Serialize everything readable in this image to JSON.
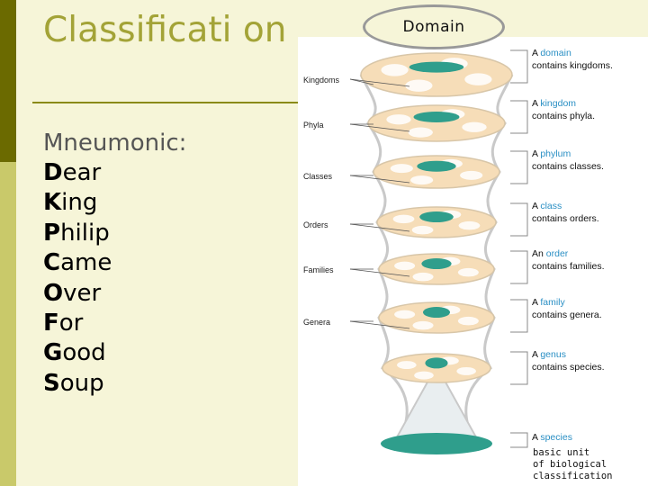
{
  "slide": {
    "title": "Classificati on",
    "mnemonic_label": "Mneumonic:",
    "mnemonic_words": [
      {
        "first": "D",
        "rest": "ear"
      },
      {
        "first": "K",
        "rest": "ing"
      },
      {
        "first": "P",
        "rest": "hilip"
      },
      {
        "first": "C",
        "rest": "ame"
      },
      {
        "first": "O",
        "rest": "ver"
      },
      {
        "first": "F",
        "rest": "or"
      },
      {
        "first": "G",
        "rest": "ood"
      },
      {
        "first": "S",
        "rest": "oup"
      }
    ]
  },
  "figure": {
    "domain_label": "Domain",
    "left_labels": [
      "Kingdoms",
      "Phyla",
      "Classes",
      "Orders",
      "Families",
      "Genera"
    ],
    "right_labels": [
      {
        "prefix": "A ",
        "term": "domain",
        "suffix": "contains kingdoms."
      },
      {
        "prefix": "A ",
        "term": "kingdom",
        "suffix": "contains phyla."
      },
      {
        "prefix": "A ",
        "term": "phylum",
        "suffix": "contains classes."
      },
      {
        "prefix": "A ",
        "term": "class",
        "suffix": "contains orders."
      },
      {
        "prefix": "An ",
        "term": "order",
        "suffix": "contains families."
      },
      {
        "prefix": "A ",
        "term": "family",
        "suffix": "contains genera."
      },
      {
        "prefix": "A ",
        "term": "genus",
        "suffix": "contains species."
      }
    ],
    "species": {
      "prefix": "A ",
      "term": "species",
      "caption": [
        "basic unit",
        "of biological",
        "classification"
      ]
    },
    "colors": {
      "term": "#2a8fc4",
      "disk": "#f6ddb8",
      "teal": "#2f9e8c",
      "line": "#888888"
    }
  }
}
